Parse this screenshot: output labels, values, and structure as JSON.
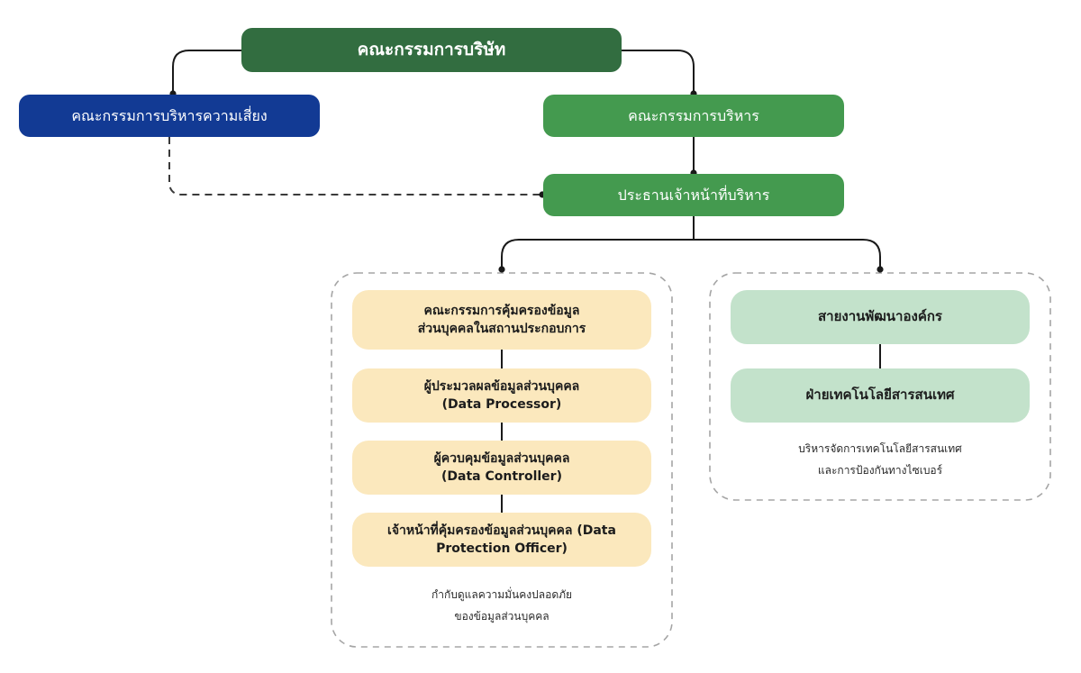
{
  "board": {
    "label": "คณะกรรมการบริษัท"
  },
  "risk_committee": {
    "label": "คณะกรรมการบริหารความเสี่ยง"
  },
  "executive_committee": {
    "label": "คณะกรรมการบริหาร"
  },
  "ceo": {
    "label": "ประธานเจ้าหน้าที่บริหาร"
  },
  "data_protection_group": {
    "items": [
      {
        "lines": [
          "คณะกรรมการคุ้มครองข้อมูล",
          "ส่วนบุคคลในสถานประกอบการ"
        ]
      },
      {
        "lines": [
          "ผู้ประมวลผลข้อมูลส่วนบุคคล",
          "(Data Processor)"
        ]
      },
      {
        "lines": [
          "ผู้ควบคุมข้อมูลส่วนบุคคล",
          "(Data Controller)"
        ]
      },
      {
        "lines": [
          "เจ้าหน้าที่คุ้มครองข้อมูลส่วนบุคคล (Data",
          "Protection Officer)"
        ]
      }
    ],
    "note": [
      "กำกับดูแลความมั่นคงปลอดภัย",
      "ของข้อมูลส่วนบุคคล"
    ]
  },
  "it_group": {
    "items": [
      {
        "lines": [
          "สายงานพัฒนาองค์กร"
        ]
      },
      {
        "lines": [
          "ฝ่ายเทคโนโลยีสารสนเทศ"
        ]
      }
    ],
    "note": [
      "บริหารจัดการเทคโนโลยีสารสนเทศ",
      "และการป้องกันทางไซเบอร์"
    ]
  },
  "colors": {
    "board": "#326d40",
    "risk_committee": "#123a94",
    "executive": "#449a4f",
    "data_protection_box": "#fbe8bd",
    "it_box": "#c3e2cb",
    "connector": "#1a1a1a",
    "group_border": "#a5a5a5"
  }
}
